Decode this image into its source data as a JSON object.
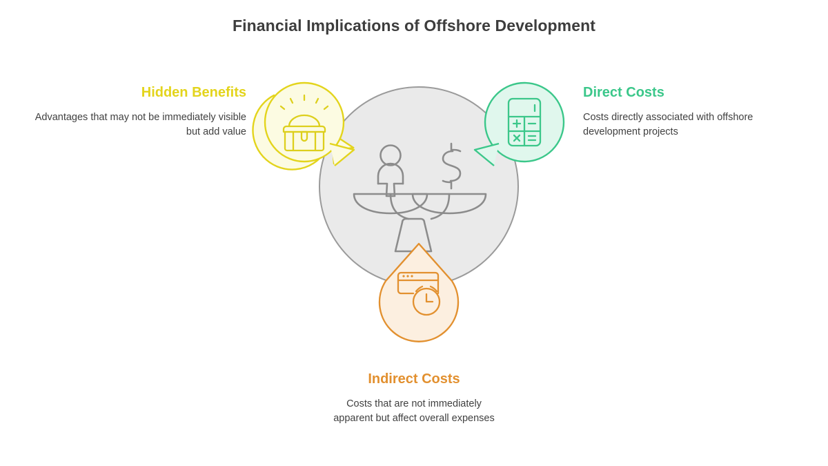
{
  "page": {
    "title": "Financial Implications of Offshore Development",
    "background": "#ffffff"
  },
  "colors": {
    "yellow": "#E3D41C",
    "yellow_fill": "#FCFBE2",
    "green": "#3BC78A",
    "green_fill": "#E0F7ED",
    "orange": "#E2902F",
    "orange_fill": "#FCEFE0",
    "center_fill": "#EAEAEA",
    "center_stroke": "#9A9A9A",
    "title_text": "#3d3d3d",
    "body_text": "#404040"
  },
  "center": {
    "icon": "balance-scale-person-dollar-icon"
  },
  "nodes": [
    {
      "id": "hidden-benefits",
      "heading": "Hidden Benefits",
      "body": "Advantages that may not be immediately visible but add value",
      "color": "#E3D41C",
      "fill": "#FCFBE2",
      "icon": "treasure-chest-icon",
      "position": "left"
    },
    {
      "id": "direct-costs",
      "heading": "Direct Costs",
      "body": "Costs directly associated with offshore development projects",
      "color": "#3BC78A",
      "fill": "#E0F7ED",
      "icon": "calculator-icon",
      "position": "right"
    },
    {
      "id": "indirect-costs",
      "heading": "Indirect Costs",
      "body": "Costs that are not immediately apparent but affect overall expenses",
      "color": "#E2902F",
      "fill": "#FCEFE0",
      "icon": "browser-clock-icon",
      "position": "bottom"
    }
  ]
}
